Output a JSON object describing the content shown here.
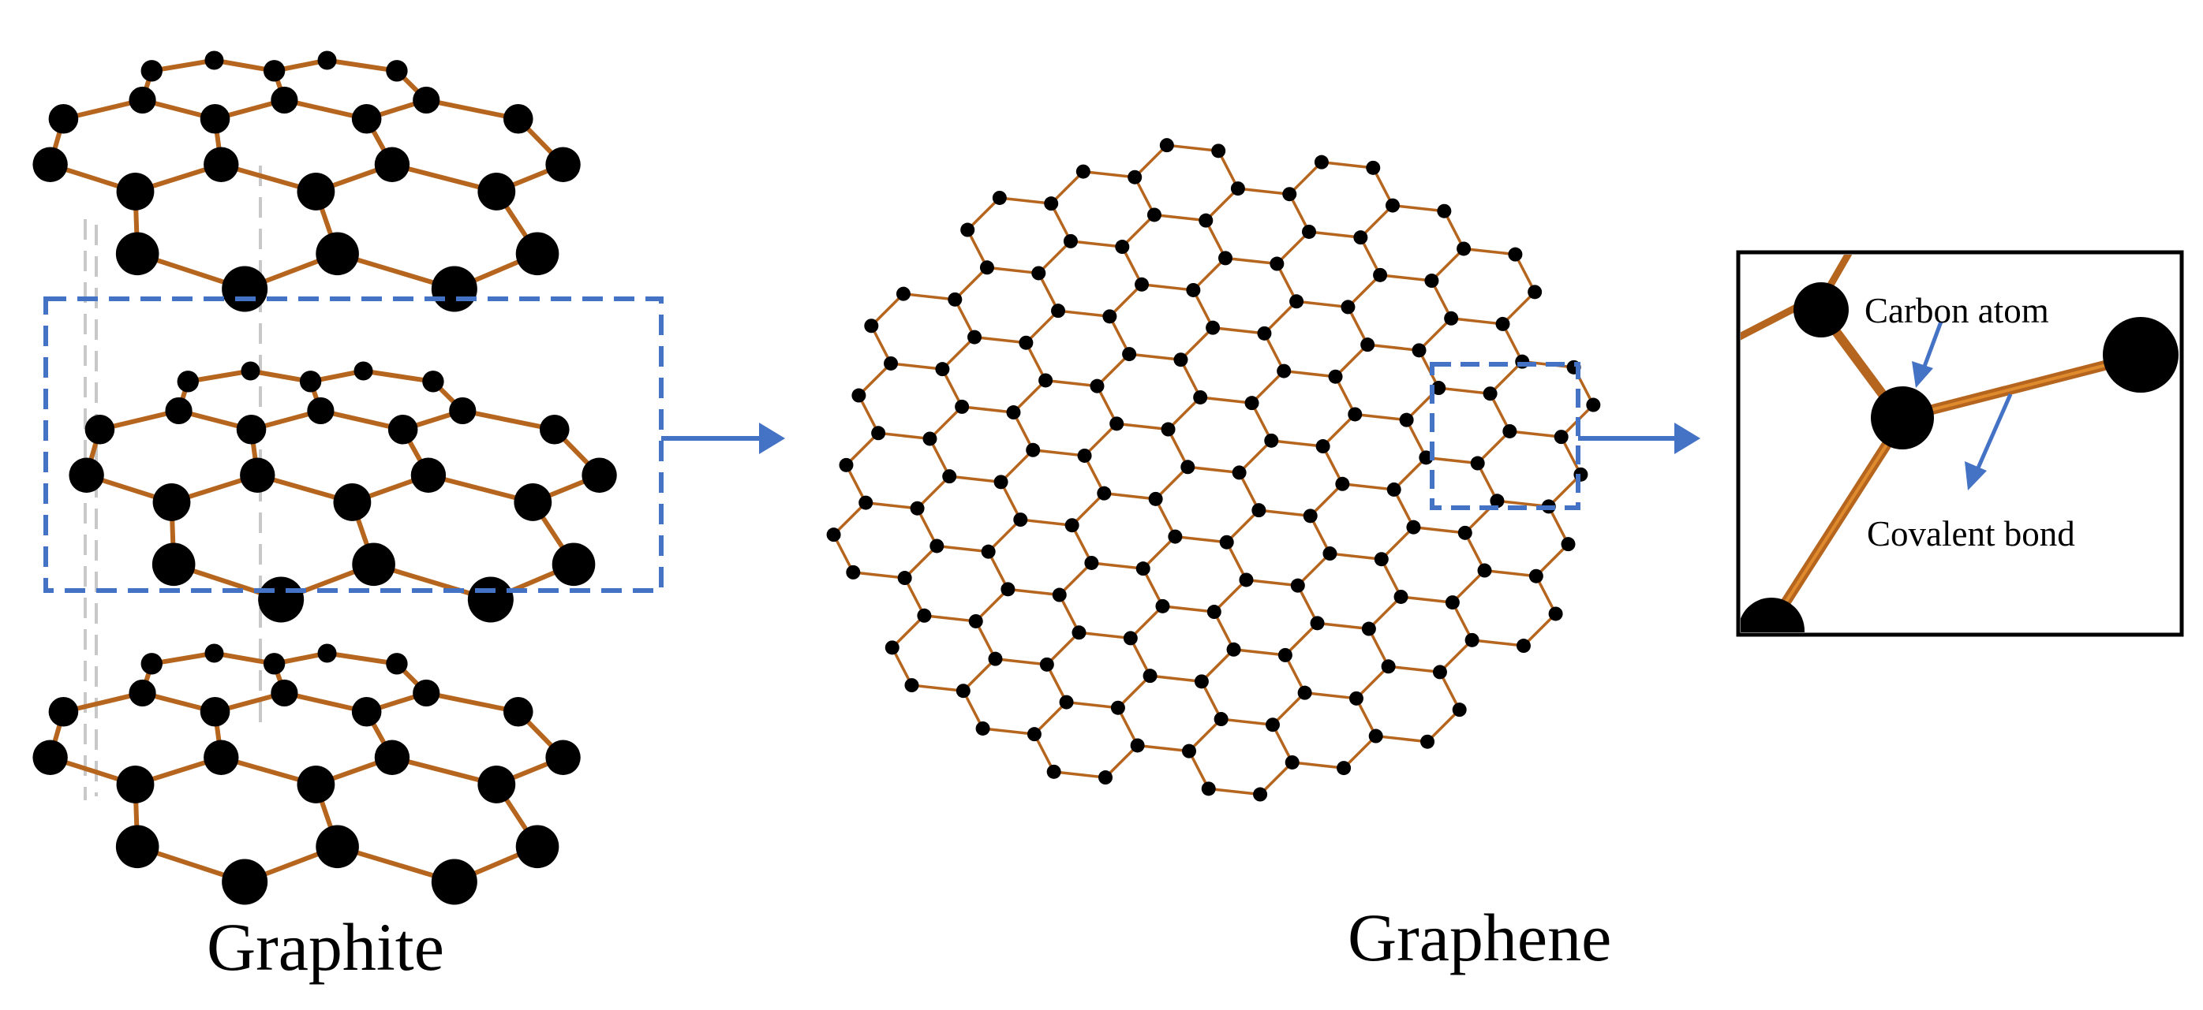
{
  "labels": {
    "graphite": "Graphite",
    "graphene": "Graphene",
    "carbon_atom": "Carbon atom",
    "covalent_bond": "Covalent bond"
  },
  "colors": {
    "bond": "#b5651d",
    "bond_highlight": "#e08a2e",
    "atom": "#000000",
    "arrow": "#4472c4",
    "selection_box": "#4472c4",
    "stacking_guide": "#c8c8c8",
    "inset_border": "#000000"
  },
  "icons": {
    "arrows": [
      "right-arrow-icon",
      "right-arrow-icon",
      "pointer-arrow-icon",
      "pointer-arrow-icon"
    ]
  }
}
